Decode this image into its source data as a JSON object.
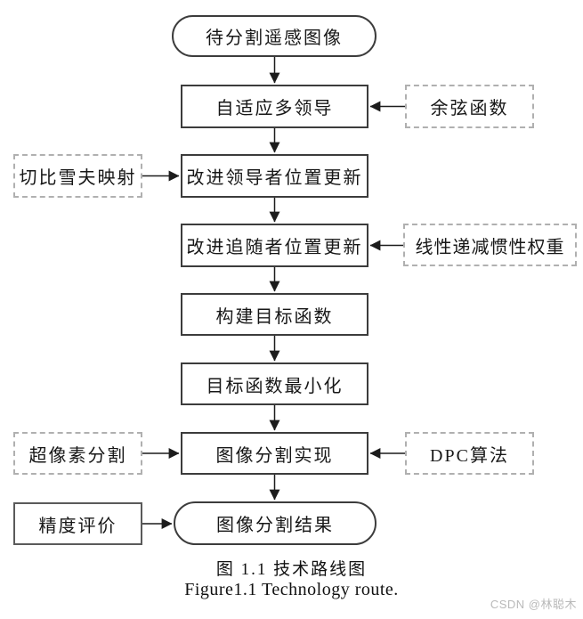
{
  "diagram": {
    "nodes": {
      "start": "待分割遥感图像",
      "adaptive_leader": "自适应多领导",
      "cosine": "余弦函数",
      "chebyshev": "切比雪夫映射",
      "leader_update": "改进领导者位置更新",
      "follower_update": "改进追随者位置更新",
      "inertia_weight": "线性递减惯性权重",
      "objective": "构建目标函数",
      "minimize": "目标函数最小化",
      "superpixel": "超像素分割",
      "segmentation": "图像分割实现",
      "dpc": "DPC算法",
      "accuracy": "精度评价",
      "result": "图像分割结果"
    },
    "edges": [
      {
        "from": "start",
        "to": "adaptive_leader",
        "direction": "down"
      },
      {
        "from": "cosine",
        "to": "adaptive_leader",
        "direction": "left"
      },
      {
        "from": "adaptive_leader",
        "to": "leader_update",
        "direction": "down"
      },
      {
        "from": "chebyshev",
        "to": "leader_update",
        "direction": "right"
      },
      {
        "from": "leader_update",
        "to": "follower_update",
        "direction": "down"
      },
      {
        "from": "inertia_weight",
        "to": "follower_update",
        "direction": "left"
      },
      {
        "from": "follower_update",
        "to": "objective",
        "direction": "down"
      },
      {
        "from": "objective",
        "to": "minimize",
        "direction": "down"
      },
      {
        "from": "minimize",
        "to": "segmentation",
        "direction": "down"
      },
      {
        "from": "superpixel",
        "to": "segmentation",
        "direction": "right"
      },
      {
        "from": "dpc",
        "to": "segmentation",
        "direction": "left"
      },
      {
        "from": "segmentation",
        "to": "result",
        "direction": "down"
      },
      {
        "from": "accuracy",
        "to": "result",
        "direction": "right"
      }
    ],
    "caption_zh": "图 1.1 技术路线图",
    "caption_en": "Figure1.1 Technology route.",
    "watermark": "CSDN @林聪木",
    "colors": {
      "box_border": "#3c3c3c",
      "dashed_border": "#b0b0b0",
      "arrow": "#1c1c1c",
      "text": "#171717",
      "watermark": "#b9b9b9"
    }
  }
}
